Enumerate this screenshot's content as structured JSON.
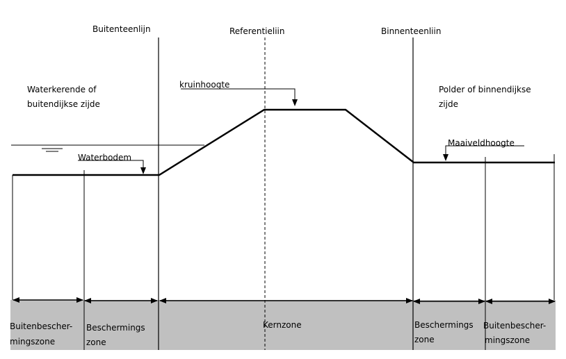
{
  "lines": {
    "outer_toe": "Buitenteenlijn",
    "reference": "Referentieliin",
    "inner_toe": "Binnenteenliin"
  },
  "sides": {
    "water_line1": "Waterkerende of",
    "water_line2": "buitendijkse zijde",
    "polder_line1": "Polder of binnendijkse",
    "polder_line2": "zijde"
  },
  "levels": {
    "crest": "kruinhoogte",
    "water_bottom": "Waterbodem",
    "ground": "Maaiveldhoogte"
  },
  "zones": {
    "outer_protection_left_1": "Buitenbescher-",
    "outer_protection_left_2": "mingszone",
    "protection_left_1": "Beschermings",
    "protection_left_2": "zone",
    "core": "Kernzone",
    "protection_right_1": "Beschermings",
    "protection_right_2": "zone",
    "outer_protection_right_1": "Buitenbescher-",
    "outer_protection_right_2": "mingszone"
  },
  "colors": {
    "zone_fill": "#c0c0c0",
    "stroke": "#000000"
  }
}
